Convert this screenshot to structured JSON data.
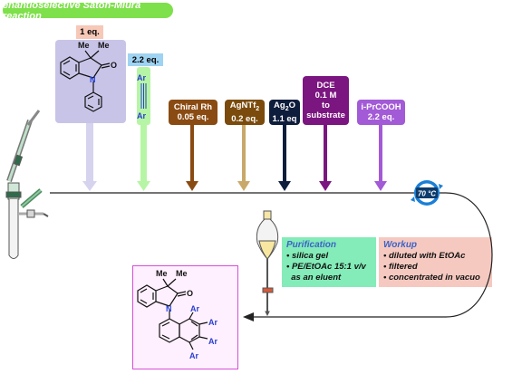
{
  "title": "enantioselective Satoh-Miura reaction",
  "substrate": {
    "equiv": "1 eq.",
    "me1": "Me",
    "me2": "Me",
    "o": "O",
    "n": "N"
  },
  "alkyne": {
    "equiv": "2.2 eq.",
    "ar_top": "Ar",
    "ar_bottom": "Ar"
  },
  "reagents": [
    {
      "id": "chiral-rh",
      "lines": [
        "Chiral Rh",
        "0.05 eq."
      ],
      "color": "#8a4b12"
    },
    {
      "id": "agntf2",
      "lines": [
        "AgNTf2",
        "0.2 eq."
      ],
      "color": "#7a4b0c"
    },
    {
      "id": "ag2o",
      "lines": [
        "Ag2O",
        "1.1 eq"
      ],
      "color": "#0f1d3c"
    },
    {
      "id": "dce",
      "lines": [
        "DCE",
        "0.1 M",
        "to",
        "substrate"
      ],
      "color": "#7b1580"
    },
    {
      "id": "iprcooh",
      "lines": [
        "i-PrCOOH",
        "2.2 eq."
      ],
      "color": "#a35ad6"
    }
  ],
  "temperature": "70 °C",
  "purification": {
    "title": "Purification",
    "items": [
      "• silica gel",
      "• PE/EtOAc 15:1 v/v",
      "  as an eluent"
    ]
  },
  "workup": {
    "title": "Workup",
    "items": [
      "• diluted with EtOAc",
      "• filtered",
      "• concentrated in vacuo"
    ]
  },
  "product": {
    "me1": "Me",
    "me2": "Me",
    "o": "O",
    "n": "N",
    "ar1": "Ar",
    "ar2": "Ar",
    "ar3": "Ar",
    "ar4": "Ar"
  },
  "colors": {
    "title_bg": "#7ee04a",
    "substrate_tag": "#f7c8b8",
    "substrate_panel": "#c8c4e8",
    "alkyne_tag": "#9fd3f2",
    "alkyne_arrow": "#b7f5a6",
    "temp_ring": "#1a7fd6",
    "purification_bg": "#83ecb8",
    "workup_bg": "#f6c9c0",
    "product_border": "#d54fd6",
    "product_bg": "#fff0ff"
  }
}
